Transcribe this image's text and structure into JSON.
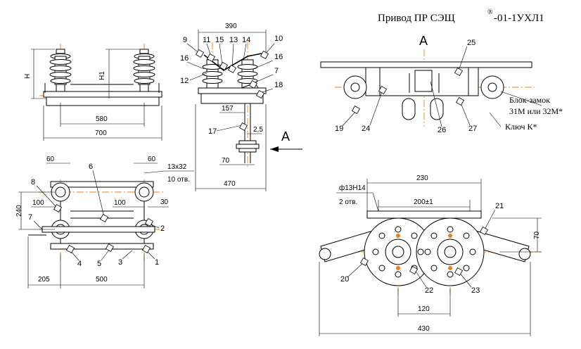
{
  "title": {
    "prefix": "Привод ПР СЭЩ",
    "registered": "®",
    "suffix": "-01-1УХЛ1"
  },
  "notes": {
    "block_lock_line1": "Блок-замок",
    "block_lock_line2": "31М или 32М*",
    "key": "Ключ К*"
  },
  "view_labels": {
    "view_a_arrow": "А",
    "view_a_title": "А"
  },
  "dimensions": {
    "front_h": "Н",
    "front_h1": "Н1",
    "front_580": "580",
    "front_700": "700",
    "side_390": "390",
    "side_157": "157",
    "side_25": "2,5",
    "side_70": "70",
    "side_470": "470",
    "plan_60_left": "60",
    "plan_60_right": "60",
    "plan_slot": "13х32",
    "plan_slot_count": "10 отв.",
    "plan_240": "240",
    "plan_100_left": "100",
    "plan_100_right": "100",
    "plan_30": "30",
    "plan_205": "205",
    "plan_500": "500",
    "drive_230": "230",
    "drive_hole": "ф13Н14",
    "drive_hole_count": "2 отв.",
    "drive_200": "200±1",
    "drive_70": "70",
    "drive_120": "120",
    "drive_430": "430"
  },
  "part_numbers": {
    "p1": "1",
    "p2": "2",
    "p3": "3",
    "p4": "4",
    "p5": "5",
    "p6": "6",
    "p7": "7",
    "p8": "8",
    "p9": "9",
    "p10": "10",
    "p11": "11",
    "p12": "12",
    "p13": "13",
    "p14": "14",
    "p15": "15",
    "p16a": "16",
    "p16b": "16",
    "p7b": "7",
    "p17": "17",
    "p18": "18",
    "p19": "19",
    "p20": "20",
    "p21": "21",
    "p22": "22",
    "p23": "23",
    "p24": "24",
    "p25": "25",
    "p26": "26",
    "p27": "27"
  },
  "colors": {
    "line": "#000000",
    "axis": "#e8801a",
    "background": "#ffffff"
  }
}
